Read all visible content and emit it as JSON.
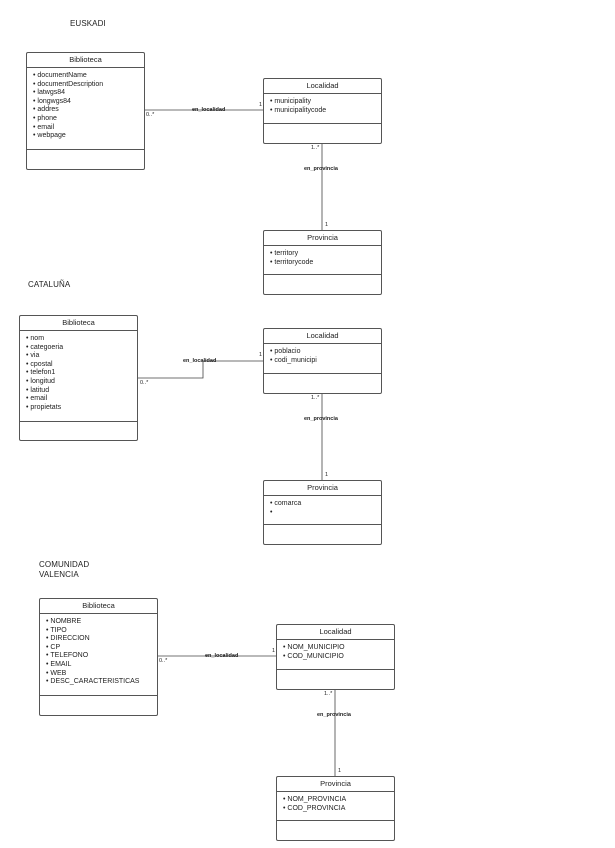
{
  "sections": [
    {
      "title": "EUSKADI",
      "biblioteca": {
        "name": "Biblioteca",
        "attributes": [
          "documentName",
          "documentDescription",
          "latwgs84",
          "longwgs84",
          "addres",
          "phone",
          "email",
          "webpage"
        ]
      },
      "localidad": {
        "name": "Localidad",
        "attributes": [
          "municipality",
          "municipalitycode"
        ]
      },
      "provincia": {
        "name": "Provincia",
        "attributes": [
          "territory",
          "territorycode"
        ]
      },
      "rel_localidad": {
        "label": "en_localidad",
        "card_many": "0..*",
        "card_one": "1"
      },
      "rel_provincia": {
        "label": "en_provincia",
        "card_many": "1..*",
        "card_one": "1"
      }
    },
    {
      "title": "CATALUÑA",
      "biblioteca": {
        "name": "Biblioteca",
        "attributes": [
          "nom",
          "categoeria",
          "via",
          "cpostal",
          "telefon1",
          "longitud",
          "latitud",
          "email",
          "propietats"
        ]
      },
      "localidad": {
        "name": "Localidad",
        "attributes": [
          "poblacio",
          "codi_municipi"
        ]
      },
      "provincia": {
        "name": "Provincia",
        "attributes": [
          "comarca",
          ""
        ]
      },
      "rel_localidad": {
        "label": "en_localidad",
        "card_many": "0..*",
        "card_one": "1"
      },
      "rel_provincia": {
        "label": "en_provincia",
        "card_many": "1..*",
        "card_one": "1"
      }
    },
    {
      "title": "COMUNIDAD\n VALENCIA",
      "biblioteca": {
        "name": "Biblioteca",
        "attributes": [
          "NOMBRE",
          "TIPO",
          "DIRECCION",
          "CP",
          "TELEFONO",
          "EMAIL",
          "WEB",
          "DESC_CARACTERISTICAS"
        ]
      },
      "localidad": {
        "name": "Localidad",
        "attributes": [
          "NOM_MUNICIPIO",
          "COD_MUNICIPIO"
        ]
      },
      "provincia": {
        "name": "Provincia",
        "attributes": [
          "NOM_PROVINCIA",
          "COD_PROVINCIA"
        ]
      },
      "rel_localidad": {
        "label": "en_localidad",
        "card_many": "0..*",
        "card_one": "1"
      },
      "rel_provincia": {
        "label": "en_provincia",
        "card_many": "1..*",
        "card_one": "1"
      }
    }
  ]
}
